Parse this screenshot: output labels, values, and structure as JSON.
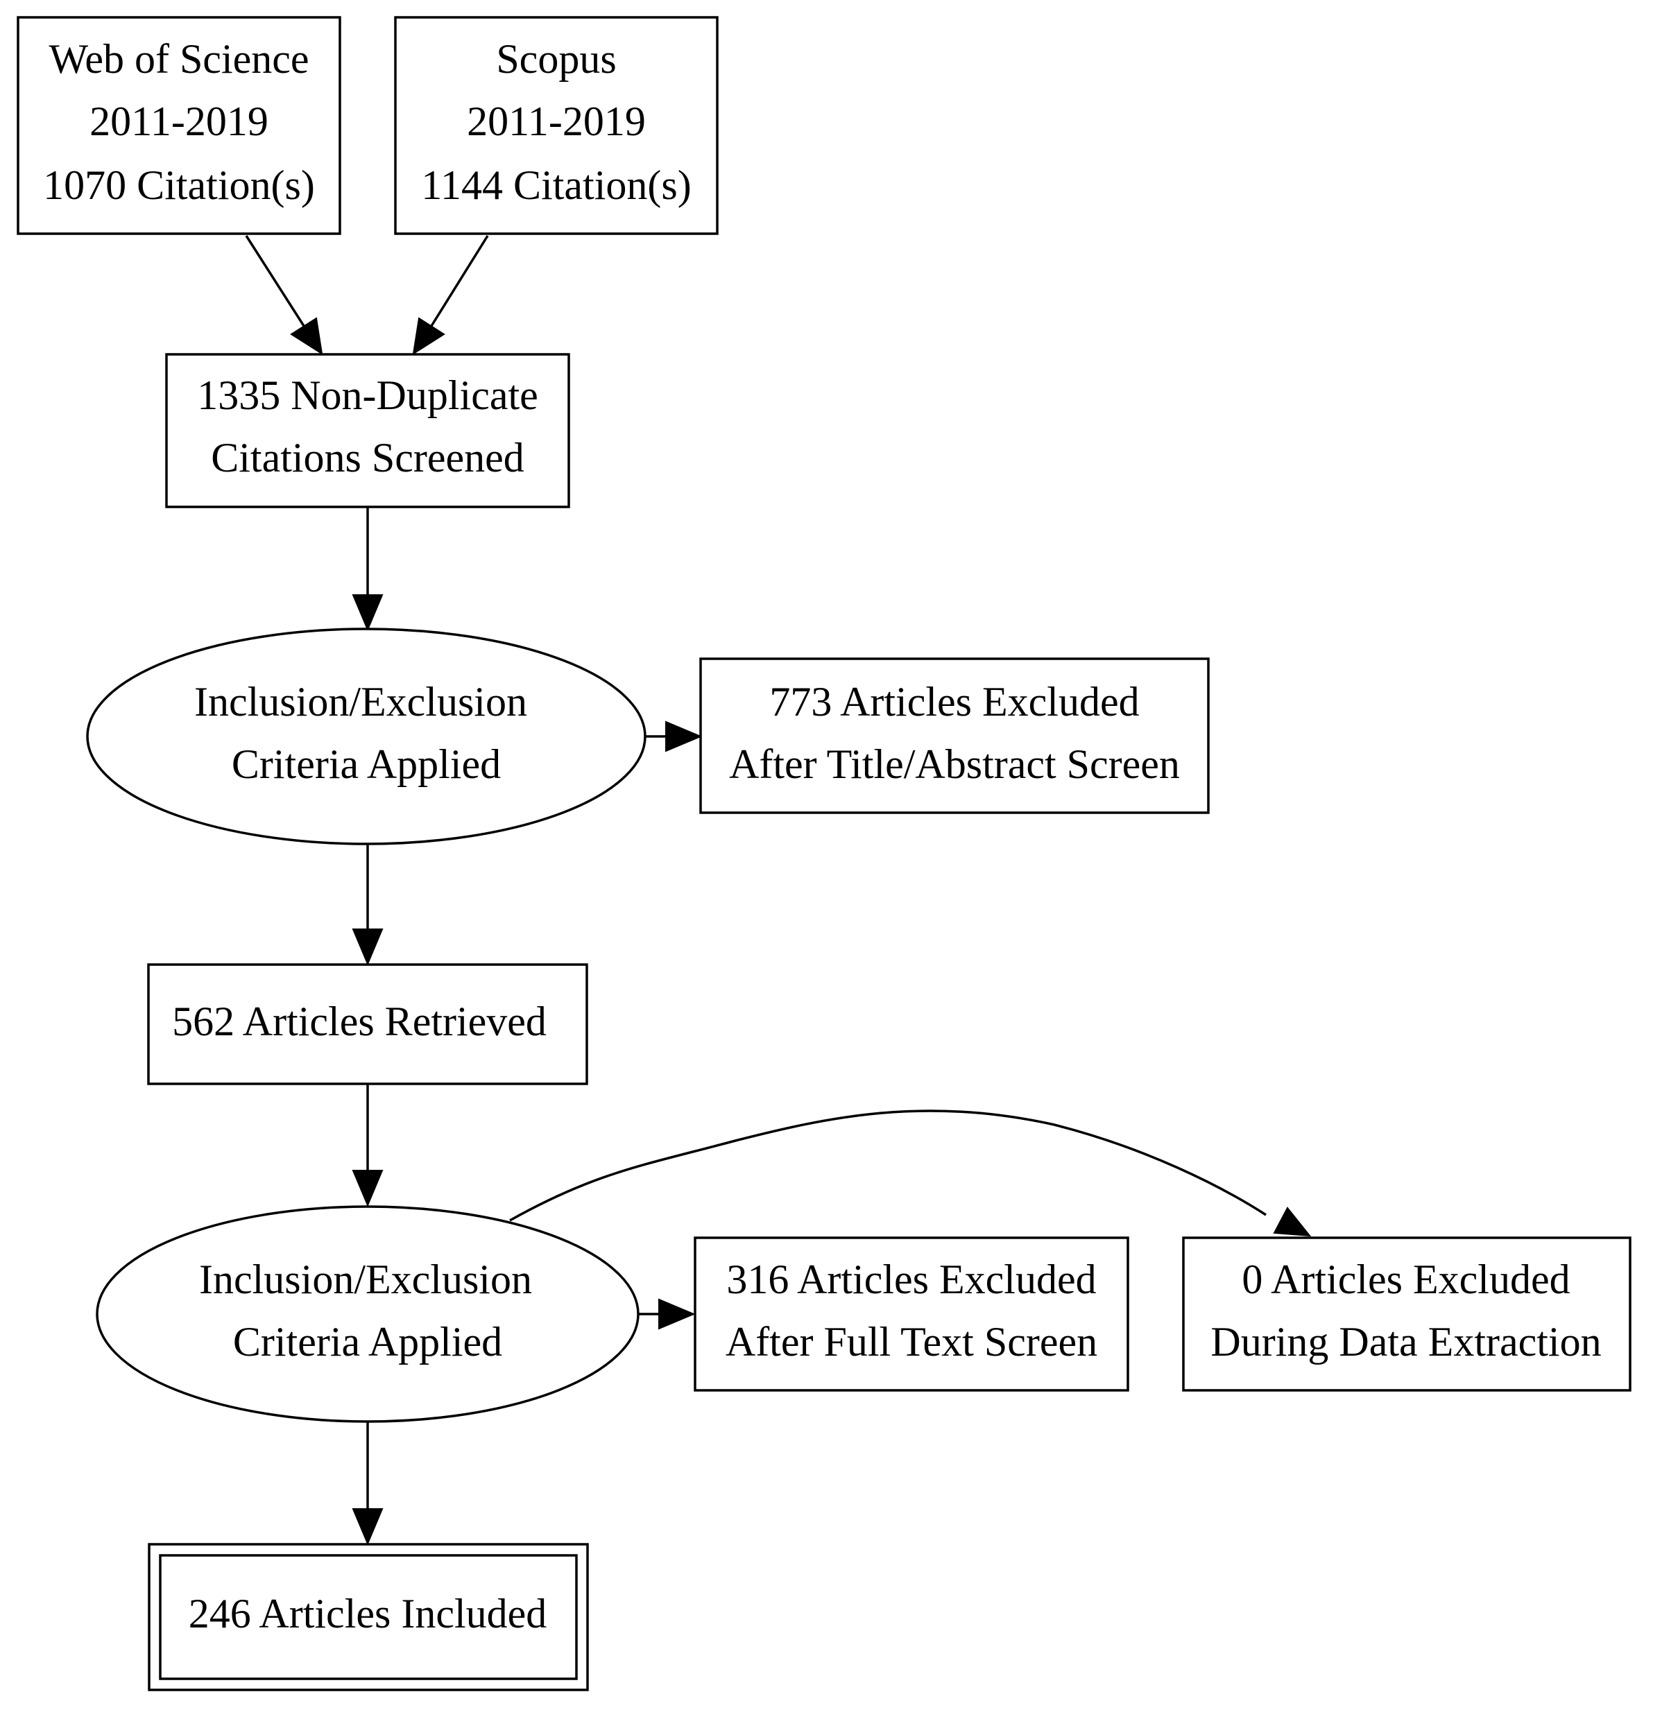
{
  "nodes": {
    "web_of_science": {
      "line1": "Web of Science",
      "line2": "2011-2019",
      "line3": "1070 Citation(s)"
    },
    "scopus": {
      "line1": "Scopus",
      "line2": "2011-2019",
      "line3": "1144 Citation(s)"
    },
    "non_duplicate": {
      "line1": "1335 Non-Duplicate",
      "line2": "Citations Screened"
    },
    "criteria_1": {
      "line1": "Inclusion/Exclusion",
      "line2": "Criteria Applied"
    },
    "excluded_title_abstract": {
      "line1": "773 Articles Excluded",
      "line2": "After Title/Abstract Screen"
    },
    "retrieved": {
      "line1": "562 Articles Retrieved"
    },
    "criteria_2": {
      "line1": "Inclusion/Exclusion",
      "line2": "Criteria Applied"
    },
    "excluded_full_text": {
      "line1": "316 Articles Excluded",
      "line2": "After Full Text Screen"
    },
    "excluded_data_extraction": {
      "line1": "0 Articles Excluded",
      "line2": "During Data Extraction"
    },
    "included": {
      "line1": "246 Articles Included"
    }
  },
  "colors": {
    "stroke": "#000000",
    "background": "#ffffff"
  }
}
